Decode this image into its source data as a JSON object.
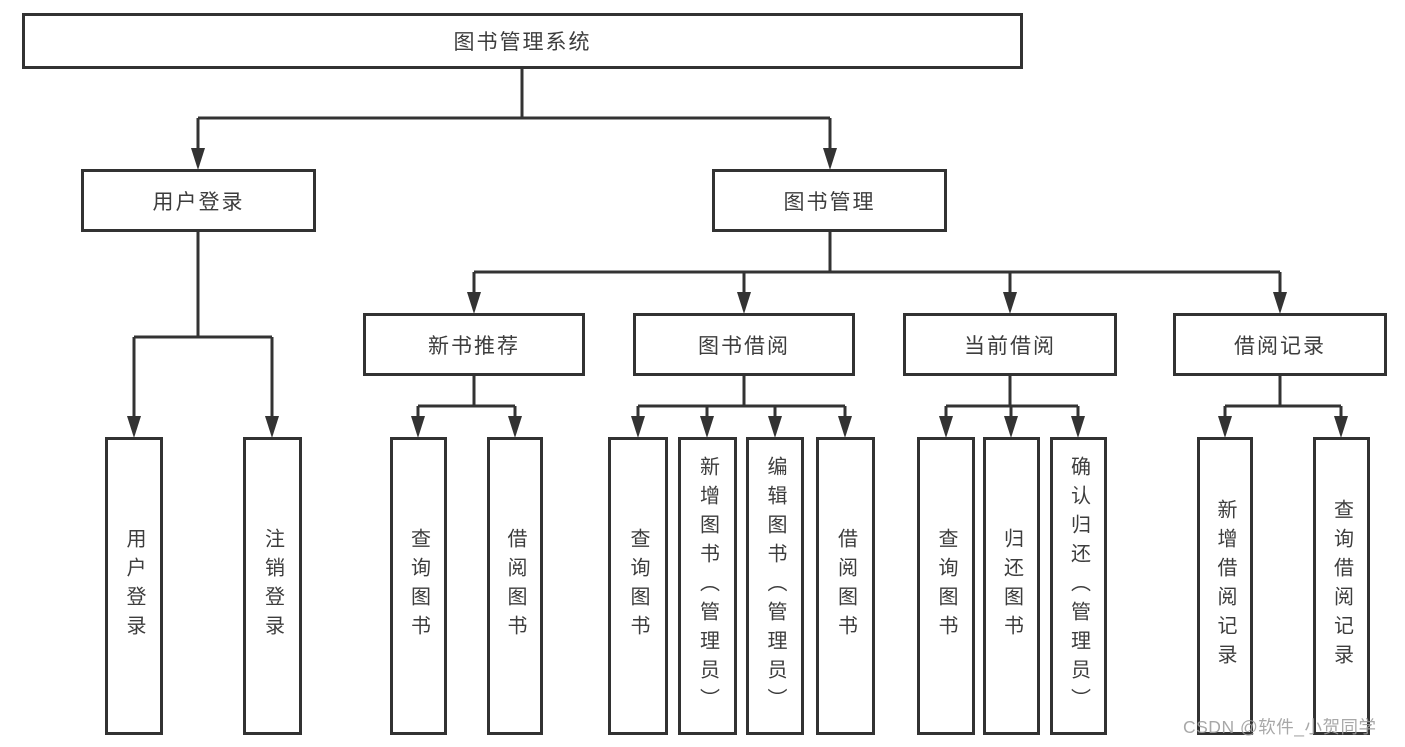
{
  "diagram": {
    "root": {
      "label": "图书管理系统"
    },
    "branches": [
      {
        "label": "用户登录",
        "children": [
          "用户登录",
          "注销登录"
        ]
      },
      {
        "label": "图书管理",
        "children": [
          {
            "label": "新书推荐",
            "children": [
              "查询图书",
              "借阅图书"
            ]
          },
          {
            "label": "图书借阅",
            "children": [
              "查询图书",
              "新增图书（管理员）",
              "编辑图书（管理员）",
              "借阅图书"
            ]
          },
          {
            "label": "当前借阅",
            "children": [
              "查询图书",
              "归还图书",
              "确认归还（管理员）"
            ]
          },
          {
            "label": "借阅记录",
            "children": [
              "新增借阅记录",
              "查询借阅记录"
            ]
          }
        ]
      }
    ]
  },
  "watermark": {
    "text": "CSDN @软件_小贺同学"
  },
  "colors": {
    "line": "#333333",
    "border": "#323232",
    "text": "#3d3d3d",
    "box_background": "#ffffff",
    "page_background": "#ffffff",
    "watermark": "#9d9d9d"
  }
}
